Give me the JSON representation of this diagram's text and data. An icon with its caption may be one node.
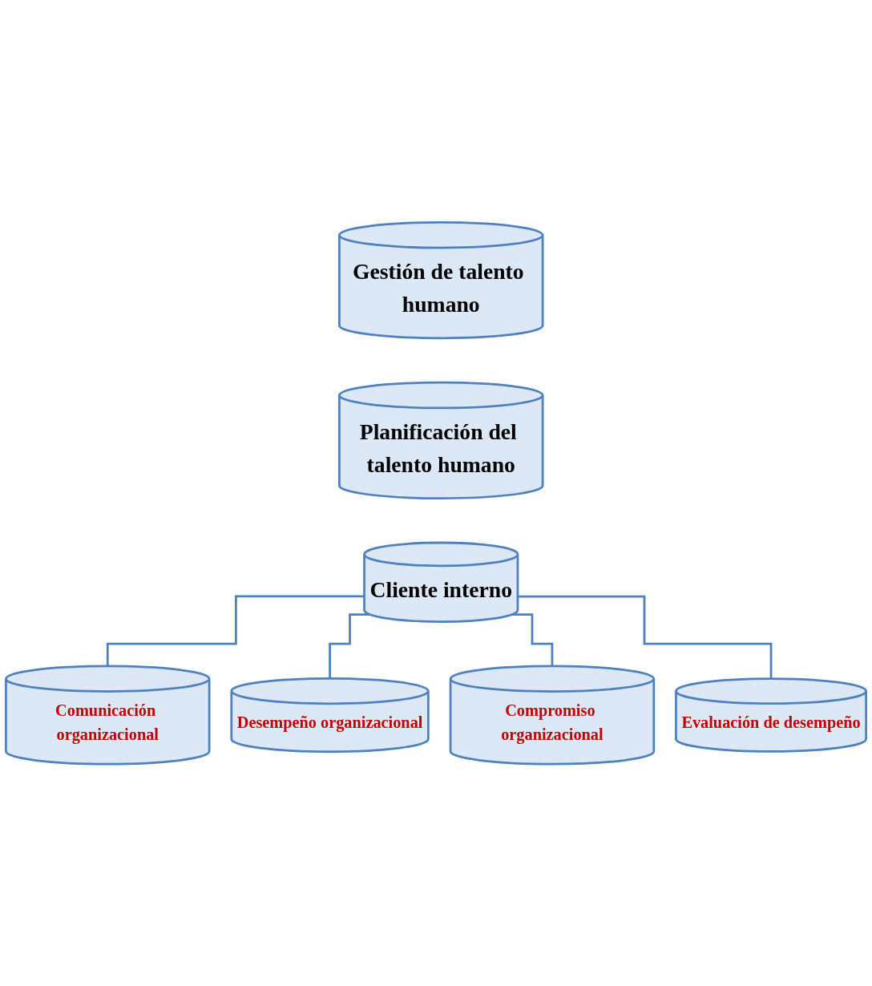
{
  "diagram": {
    "nodes": [
      {
        "text": [
          "Gestión de talento humano"
        ]
      },
      {
        "text": [
          "Planificación del talento humano"
        ]
      },
      {
        "text": [
          "Cliente interno"
        ]
      },
      {
        "text": [
          "Comunicación organizacional"
        ]
      },
      {
        "text": [
          "Desempeño organizacional"
        ]
      },
      {
        "text": [
          "Compromiso organizacional"
        ]
      },
      {
        "text": [
          "Evaluación de desempeño"
        ]
      }
    ],
    "edges": [
      {
        "from": 2,
        "to": 3,
        "arrow": "none"
      },
      {
        "from": 2,
        "to": 4,
        "arrow": "none"
      },
      {
        "from": 2,
        "to": 5,
        "arrow": "none"
      },
      {
        "from": 2,
        "to": 6,
        "arrow": "none"
      }
    ]
  }
}
